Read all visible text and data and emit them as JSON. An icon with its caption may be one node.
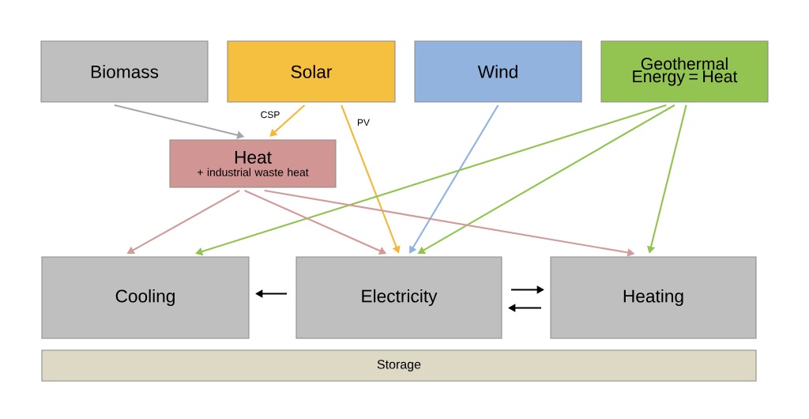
{
  "diagram": {
    "nodes": [
      {
        "text": [
          "Biomass"
        ]
      },
      {
        "text": [
          "Solar"
        ]
      },
      {
        "text": [
          "Wind"
        ]
      },
      {
        "text": [
          "Geothermal Energy = Heat"
        ]
      },
      {
        "text": [
          "Heat",
          "+ industrial waste heat"
        ]
      },
      {
        "text": [
          "Cooling"
        ]
      },
      {
        "text": [
          "Electricity"
        ]
      },
      {
        "text": [
          "Heating"
        ]
      },
      {
        "text": [
          "Storage"
        ]
      }
    ],
    "edges": [
      {
        "from": 0,
        "to": 4,
        "arrow": "to",
        "color": "#a6a6a6"
      },
      {
        "from": 1,
        "to": 4,
        "arrow": "to",
        "label": "CSP",
        "color": "#f5b93a"
      },
      {
        "from": 1,
        "to": 6,
        "arrow": "to",
        "label": "PV",
        "color": "#f5b93a"
      },
      {
        "from": 2,
        "to": 6,
        "arrow": "to",
        "color": "#8eb4e3"
      },
      {
        "from": 3,
        "to": 5,
        "arrow": "to",
        "color": "#92c450"
      },
      {
        "from": 3,
        "to": 6,
        "arrow": "to",
        "color": "#92c450"
      },
      {
        "from": 3,
        "to": 7,
        "arrow": "to",
        "color": "#92c450"
      },
      {
        "from": 4,
        "to": 5,
        "arrow": "to",
        "color": "#d29a98"
      },
      {
        "from": 4,
        "to": 6,
        "arrow": "to",
        "color": "#d29a98"
      },
      {
        "from": 4,
        "to": 7,
        "arrow": "to",
        "color": "#d29a98"
      },
      {
        "from": 6,
        "to": 5,
        "arrow": "to",
        "color": "#000000"
      },
      {
        "from": 6,
        "to": 7,
        "arrow": "to",
        "color": "#000000"
      },
      {
        "from": 7,
        "to": 6,
        "arrow": "to",
        "color": "#000000"
      }
    ]
  }
}
